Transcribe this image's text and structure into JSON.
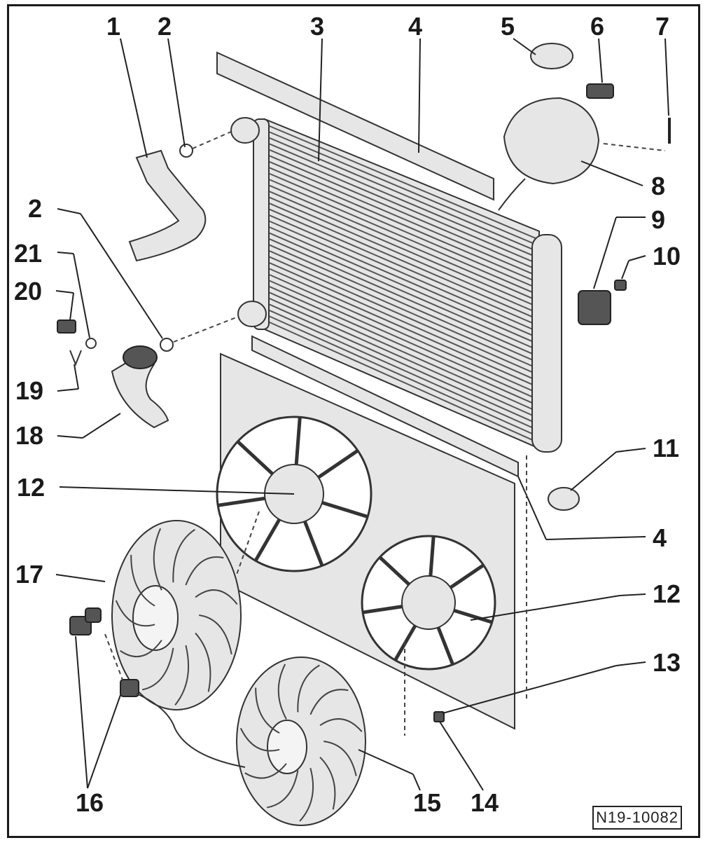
{
  "diagram": {
    "part_numbers": [
      "1",
      "2",
      "3",
      "4",
      "5",
      "6",
      "7",
      "8",
      "9",
      "10",
      "11",
      "12",
      "13",
      "14",
      "15",
      "16",
      "17",
      "18",
      "19",
      "20",
      "21"
    ],
    "callouts": {
      "c1": "1",
      "c2a": "2",
      "c3": "3",
      "c4a": "4",
      "c5": "5",
      "c6": "6",
      "c7": "7",
      "c8": "8",
      "c9": "9",
      "c10": "10",
      "c11": "11",
      "c2b": "2",
      "c21": "21",
      "c20": "20",
      "c19": "19",
      "c18": "18",
      "c12a": "12",
      "c4b": "4",
      "c17": "17",
      "c12b": "12",
      "c13": "13",
      "c16": "16",
      "c15": "15",
      "c14": "14"
    },
    "reference_code": "N19-10082"
  }
}
